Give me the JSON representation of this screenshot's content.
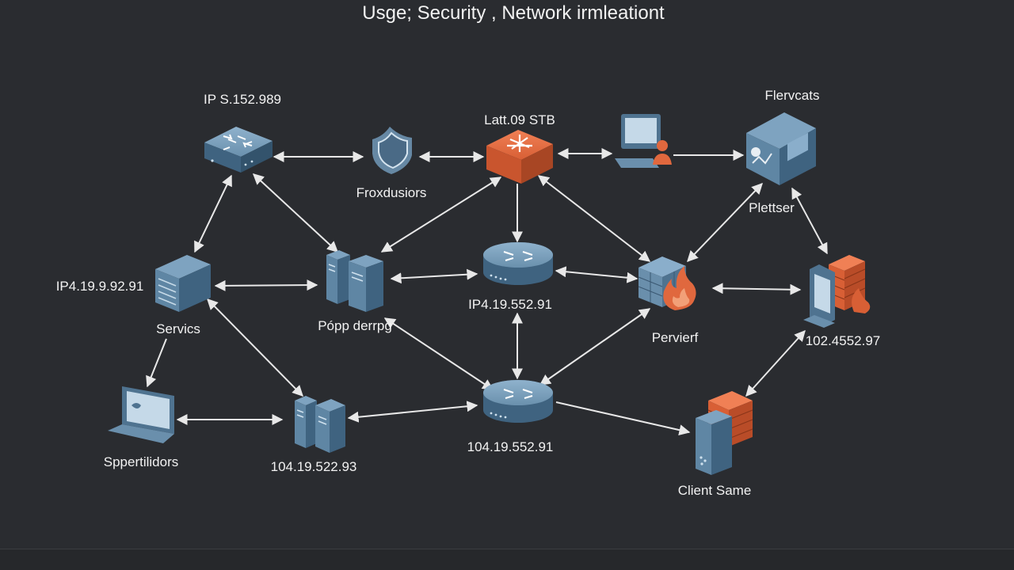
{
  "title": "Usge; Security , Network irmleationt",
  "colors": {
    "background": "#2a2c30",
    "device_blue": "#4f7390",
    "device_blue_light": "#7ea3c0",
    "accent_orange": "#e0683e",
    "edge": "#e8e8e8"
  },
  "nodes": [
    {
      "id": "switch_tl",
      "icon": "switch-icon",
      "label": "IP S.152.989"
    },
    {
      "id": "shield",
      "icon": "shield-icon",
      "label": "Froxdusiors"
    },
    {
      "id": "core_switch",
      "icon": "core-switch-icon",
      "label": "Latt.09 STB"
    },
    {
      "id": "workstation_top",
      "icon": "workstation-user-icon",
      "label": ""
    },
    {
      "id": "cube_server",
      "icon": "cube-server-icon",
      "label": "Flervcats"
    },
    {
      "id": "plettser",
      "icon": "",
      "label": "Plettser"
    },
    {
      "id": "server_left",
      "icon": "server-icon",
      "label": "IP4.19.9.92.91"
    },
    {
      "id": "services",
      "icon": "",
      "label": "Servics"
    },
    {
      "id": "server_pair_mid",
      "icon": "server-pair-icon",
      "label": "Pópp derrpg"
    },
    {
      "id": "router_mid",
      "icon": "router-icon",
      "label": "IP4.19.552.91"
    },
    {
      "id": "firewall_mid",
      "icon": "firewall-flame-icon",
      "label": "Pervierf"
    },
    {
      "id": "firewall_right",
      "icon": "firewall-terminal-icon",
      "label": "102.4552.97"
    },
    {
      "id": "laptop",
      "icon": "laptop-icon",
      "label": "Sppertilidors"
    },
    {
      "id": "server_pair_bottom",
      "icon": "server-pair-icon",
      "label": "104.19.522.93"
    },
    {
      "id": "router_bottom",
      "icon": "router-icon",
      "label": "104.19.552.91"
    },
    {
      "id": "client_server",
      "icon": "client-server-firewall-icon",
      "label": "Client Same"
    }
  ]
}
